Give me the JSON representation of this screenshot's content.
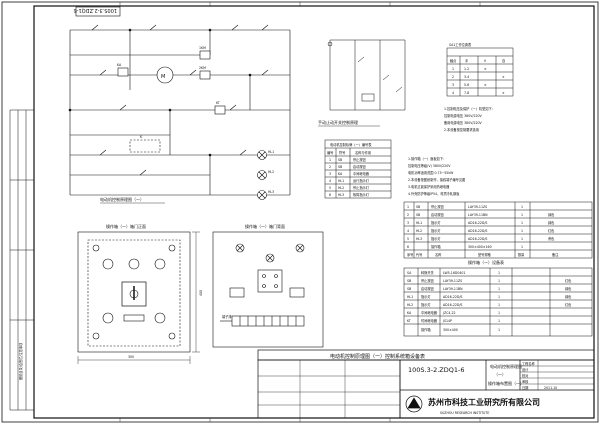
{
  "drawing_number": "100S.3-2.ZDQ1-6",
  "schematic": {
    "circuit_caption": "电动机控制原理图（一）",
    "motor_label": "M",
    "brake_caption": "手动止动开关控制原理",
    "coil_labels": [
      "1KM",
      "2KM",
      "KT",
      "KA",
      "K"
    ],
    "lamp_labels": [
      "HL1",
      "HL2",
      "HL3"
    ]
  },
  "code_table": {
    "title": "电动机控制标牌（一）编号表",
    "headers": [
      "编号",
      "符号",
      "名称与作用"
    ],
    "rows": [
      [
        "1",
        "SB",
        "停止按钮"
      ],
      [
        "2",
        "SB",
        "启动按钮"
      ],
      [
        "3",
        "KA",
        "中间继电器"
      ],
      [
        "4",
        "HL1",
        "运行指示灯"
      ],
      [
        "5",
        "HL2",
        "停止指示灯"
      ],
      [
        "6",
        "HL3",
        "故障指示灯"
      ]
    ]
  },
  "status_table": {
    "title": "SA1工作位置表",
    "headers": [
      "触点",
      "手",
      "0",
      "自"
    ],
    "rows": [
      [
        "1",
        "1-2",
        "×",
        ""
      ],
      [
        "2",
        "3-4",
        "",
        "×"
      ],
      [
        "3",
        "5-6",
        "×",
        ""
      ],
      [
        "4",
        "7-8",
        "",
        "×"
      ]
    ]
  },
  "notes": {
    "upper": [
      "1.控制电压及保护（一）机型如下：",
      "控制电源电压 380V/220V",
      "备用电源电压 380V/220V",
      "2.本设备按控制要求选用"
    ],
    "lower": [
      "1.操作箱（一）面板如下：",
      "控制电压等级(V)  380V/220V",
      "电机功率适用范围  0.75~55kW",
      "2.本设备按图纸制作，接线端子编号见图",
      "3.电机过载保护采用热继电器",
      "4.外壳防护等级IP54，材质冷轧钢板"
    ]
  },
  "panels": {
    "front_title": "操作箱（一）箱门正面",
    "inside_title": "操作箱（一）箱门背面",
    "terminal_label": "端子排",
    "width_dim": "300",
    "height_dim": "400"
  },
  "bom_top": {
    "headers": [
      "序号",
      "代号",
      "名称",
      "型号规格",
      "数量",
      "备注"
    ],
    "rows": [
      [
        "1",
        "SB",
        "停止按钮",
        "LAY39-11ZS",
        "1",
        ""
      ],
      [
        "2",
        "SB",
        "启动按钮",
        "LAY39-11BN",
        "1",
        "绿色"
      ],
      [
        "3",
        "HL1",
        "指示灯",
        "AD16-22D/S",
        "1",
        "绿色"
      ],
      [
        "4",
        "HL2",
        "指示灯",
        "AD16-22D/S",
        "1",
        "红色"
      ],
      [
        "5",
        "HL3",
        "指示灯",
        "AD16-22D/S",
        "1",
        "黄色"
      ],
      [
        "6",
        "",
        "操作箱",
        "300×400×160",
        "1",
        ""
      ]
    ],
    "caption": "操作箱（一）设备表"
  },
  "bom_bottom": {
    "rows": [
      [
        "SA",
        "转换开关",
        "LW5-16D0401",
        "1",
        ""
      ],
      [
        "SB",
        "停止按钮",
        "LAY39-11ZS",
        "1",
        "红色"
      ],
      [
        "SB",
        "启动按钮",
        "LAY39-11BN",
        "1",
        "绿色"
      ],
      [
        "HL1",
        "指示灯",
        "AD16-22D/S",
        "1",
        "绿色"
      ],
      [
        "HL2",
        "指示灯",
        "AD16-22D/S",
        "1",
        "红色"
      ],
      [
        "KA",
        "中间继电器",
        "JZC4-22",
        "1",
        ""
      ],
      [
        "KT",
        "时间继电器",
        "JS14P",
        "1",
        ""
      ],
      [
        "",
        "操作箱",
        "300×400",
        "1",
        ""
      ]
    ]
  },
  "title_block": {
    "band_text": "电动机控制原理图（一）控制系统箱设备表",
    "drawing_no": "100S.3-2.ZDQ1-6",
    "drawing_title_lines": [
      "电动机控制原理图",
      "（一）",
      "操作箱布置图（一）"
    ],
    "company_cn": "苏州市科技工业研究所有限公司",
    "company_en": "SUZHOU RESEARCH INSTITUTE",
    "side_labels": [
      "工程名称",
      "设计",
      "校对",
      "审核",
      "日期"
    ],
    "side_values": [
      "",
      "",
      "",
      "",
      "2011.10"
    ]
  },
  "vertical_text": "图纸目录/会签栏/注意事项"
}
